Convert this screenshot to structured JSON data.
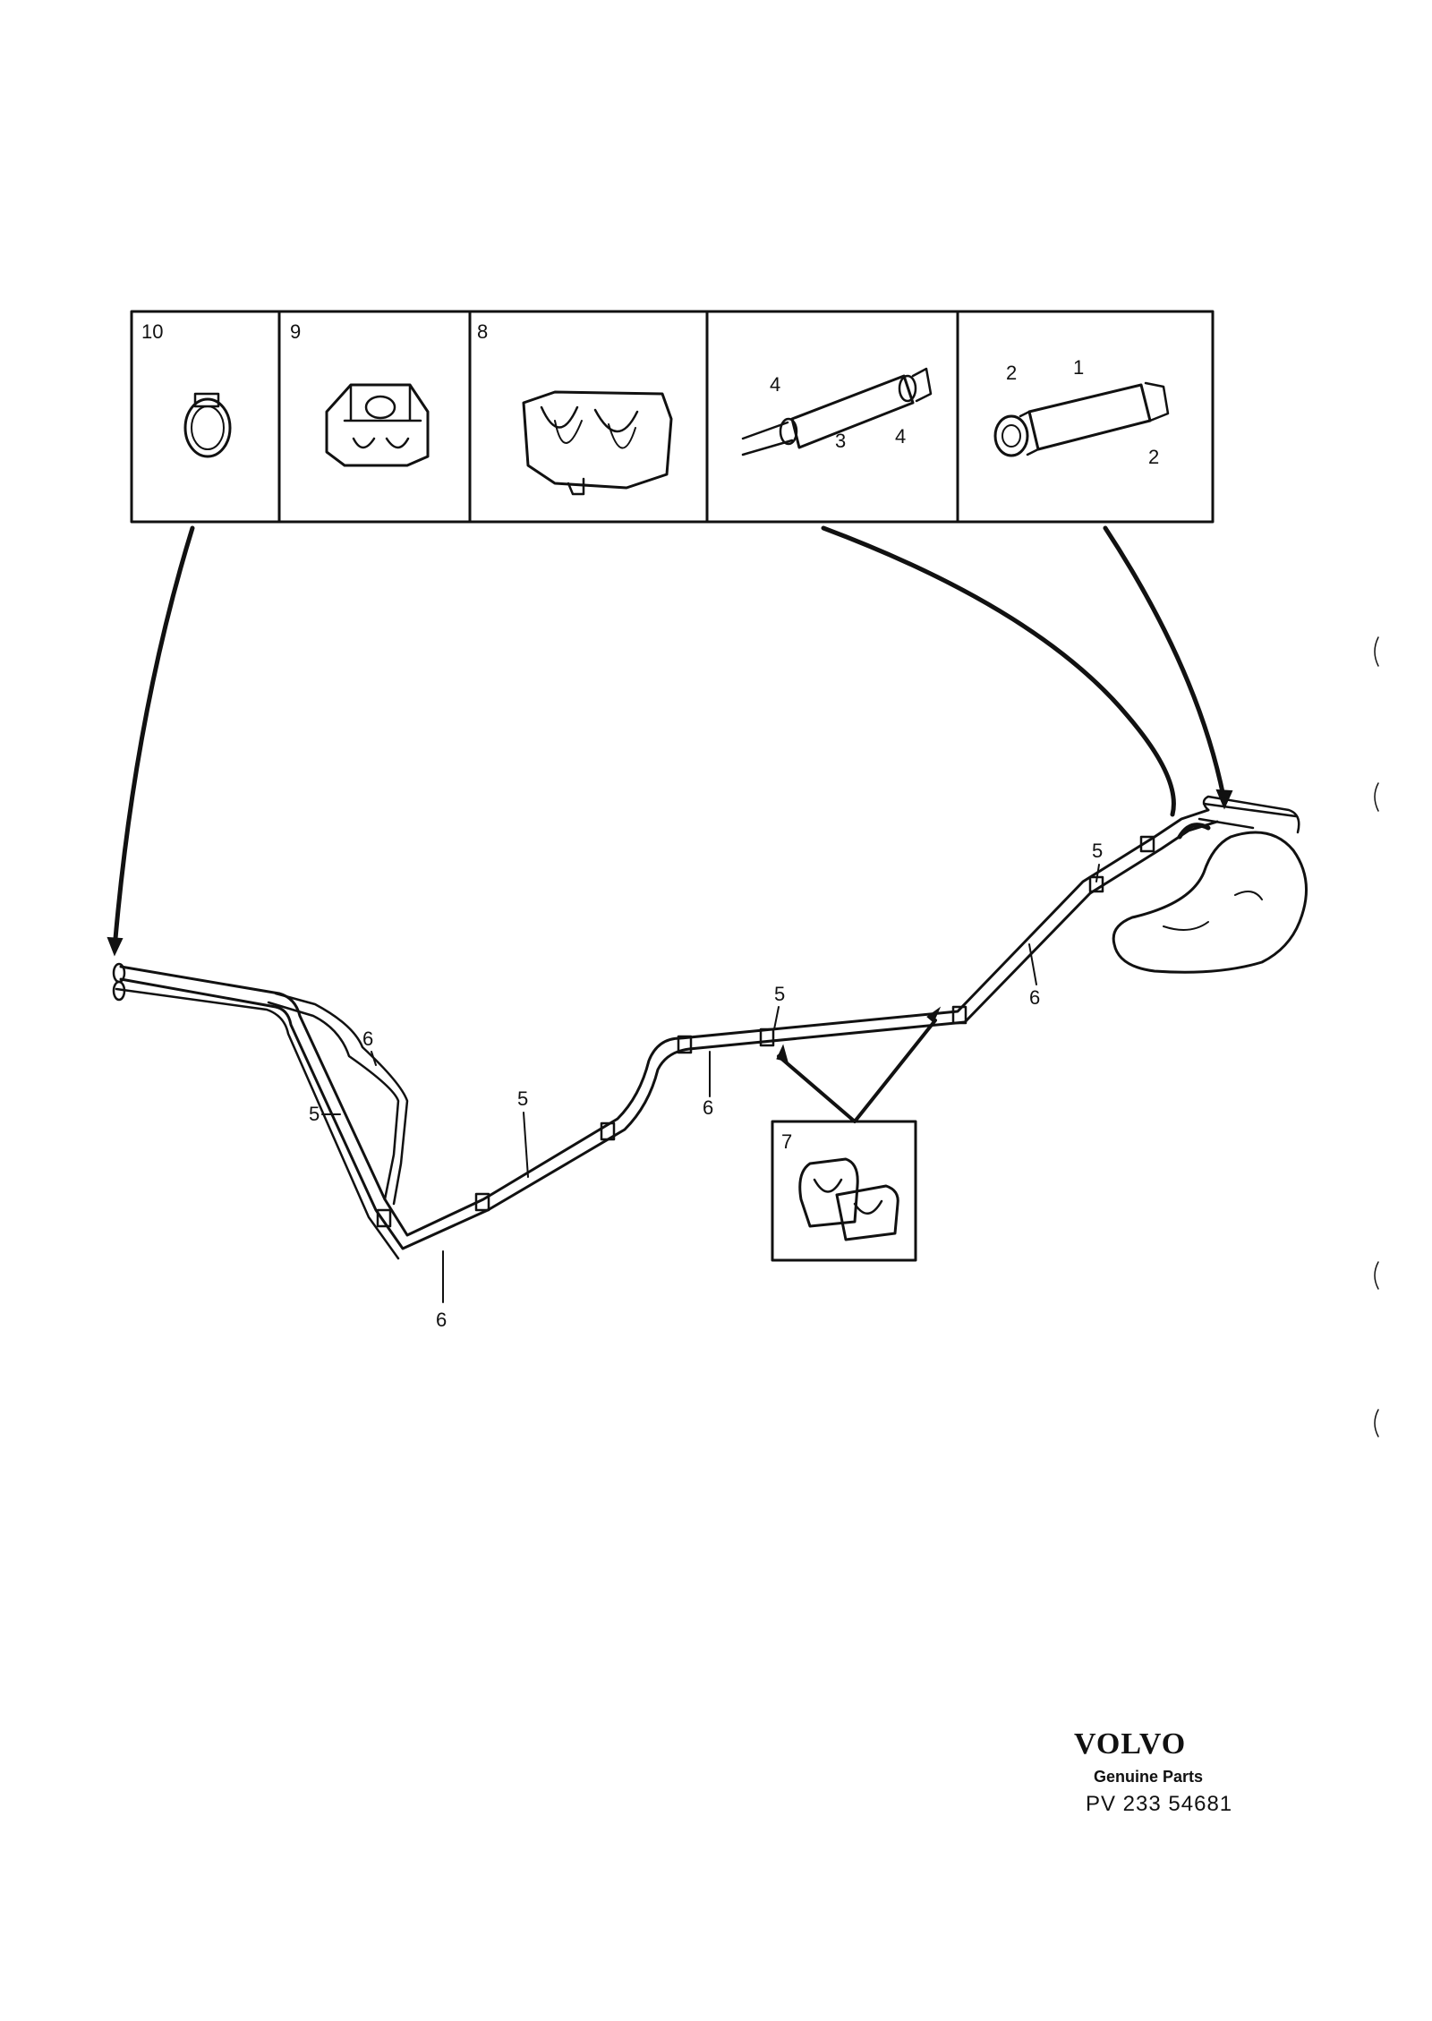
{
  "inset_boxes": [
    {
      "number": "10"
    },
    {
      "number": "9"
    },
    {
      "number": "8"
    },
    {
      "number": "4"
    },
    {
      "number": "1"
    }
  ],
  "detail_labels": {
    "box4_top": "4",
    "box4_mid": "3",
    "box4_right": "4",
    "box1_left": "2",
    "box1_bottom": "2"
  },
  "callouts": {
    "five_left": "5",
    "six_left": "6",
    "five_mid": "5",
    "six_bottom": "6",
    "six_mid": "6",
    "five_center": "5",
    "six_right": "6",
    "five_right": "5",
    "seven": "7"
  },
  "brand": {
    "name": "VOLVO",
    "tagline": "Genuine Parts",
    "code": "PV 233 54681"
  }
}
